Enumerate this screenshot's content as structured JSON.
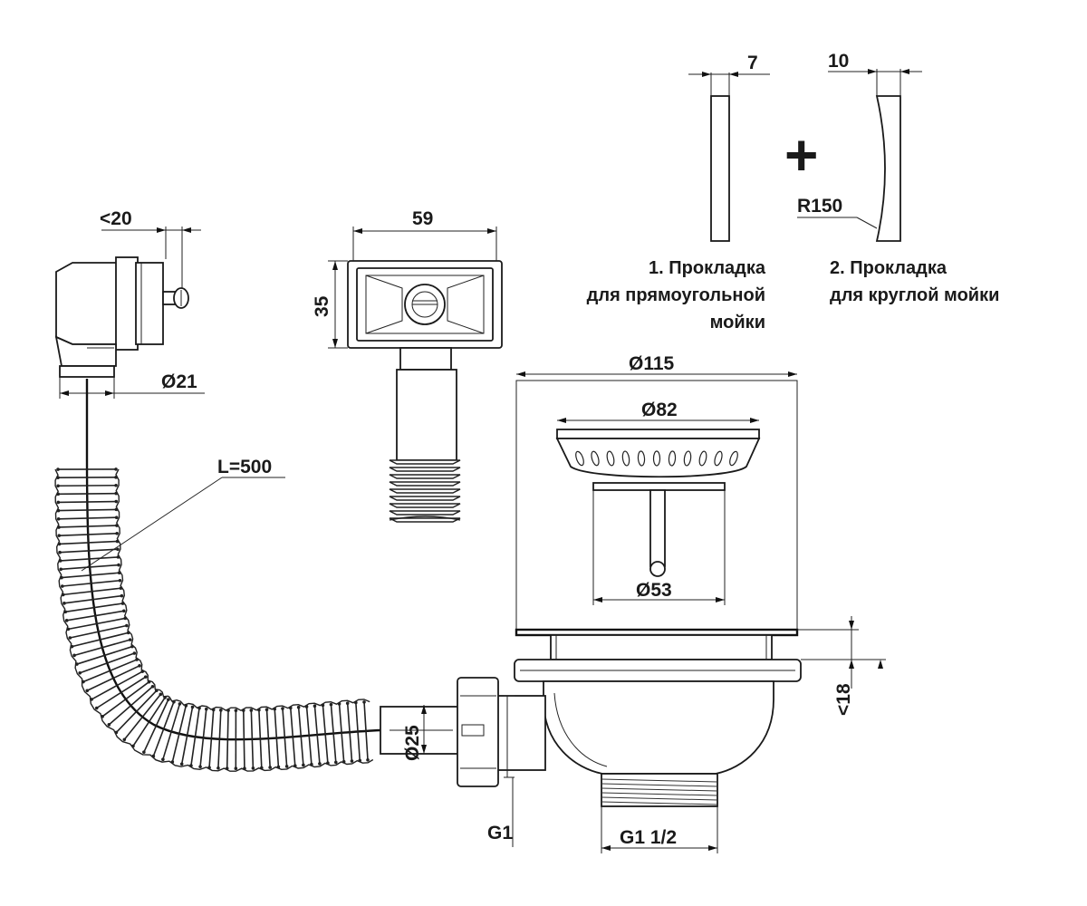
{
  "dimensions": {
    "overflow_offset": "<20",
    "overflow_diameter": "Ø21",
    "hose_length": "L=500",
    "overflow_width": "59",
    "overflow_height": "35",
    "gasket1_thickness": "7",
    "gasket2_thickness": "10",
    "gasket2_radius": "R150",
    "flange_diameter": "Ø115",
    "strainer_diameter": "Ø82",
    "strainer_body_diameter": "Ø53",
    "sink_thickness": "<18",
    "hose_diameter": "Ø25",
    "side_thread": "G1",
    "outlet_thread": "G1 1/2"
  },
  "gaskets": {
    "gasket1": {
      "line1": "1. Прокладка",
      "line2": "для прямоугольной",
      "line3": "мойки"
    },
    "gasket2": {
      "line1": "2. Прокладка",
      "line2": "для круглой мойки"
    },
    "plus_symbol": "+"
  }
}
